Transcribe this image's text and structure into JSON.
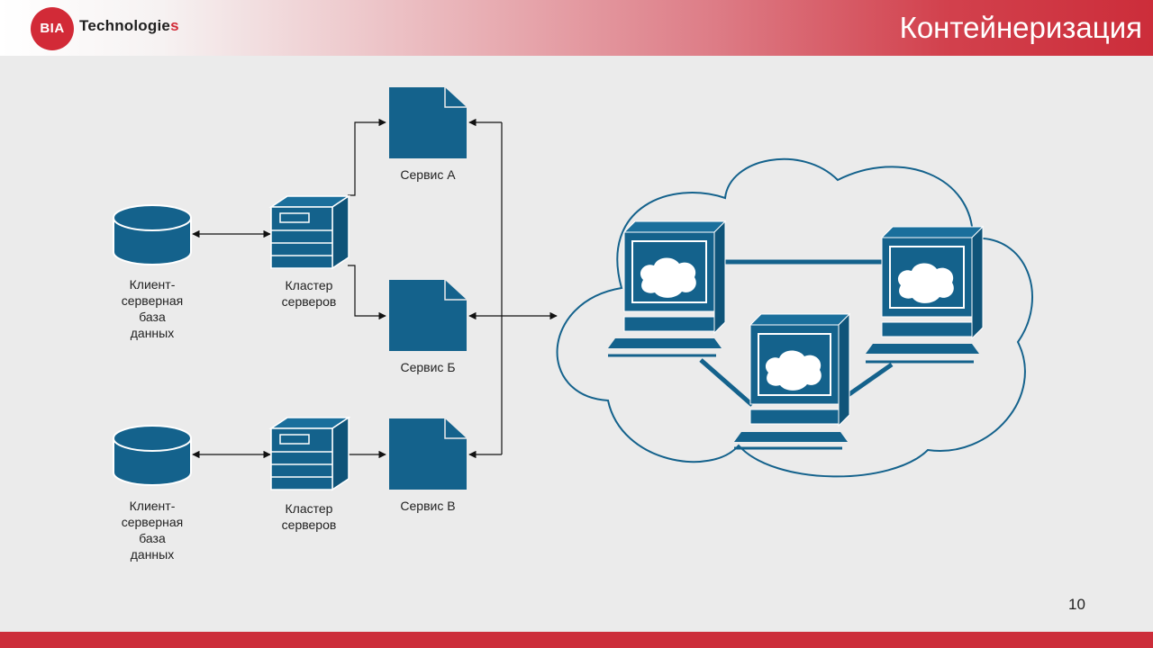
{
  "header": {
    "logo_mark": "BIA",
    "logo_text_main": "Technologie",
    "logo_text_last": "s",
    "title": "Контейнеризация"
  },
  "diagram": {
    "db_top_label": [
      "Клиент-",
      "серверная",
      "база",
      "данных"
    ],
    "db_bottom_label": [
      "Клиент-",
      "серверная",
      "база",
      "данных"
    ],
    "cluster_top_label": [
      "Кластер",
      "серверов"
    ],
    "cluster_bottom_label": [
      "Кластер",
      "серверов"
    ],
    "service_a": "Сервис А",
    "service_b": "Сервис Б",
    "service_c": "Сервис В"
  },
  "footer": {
    "page_number": "10"
  },
  "colors": {
    "accent": "#cc2d3a",
    "node_blue": "#14628c"
  }
}
